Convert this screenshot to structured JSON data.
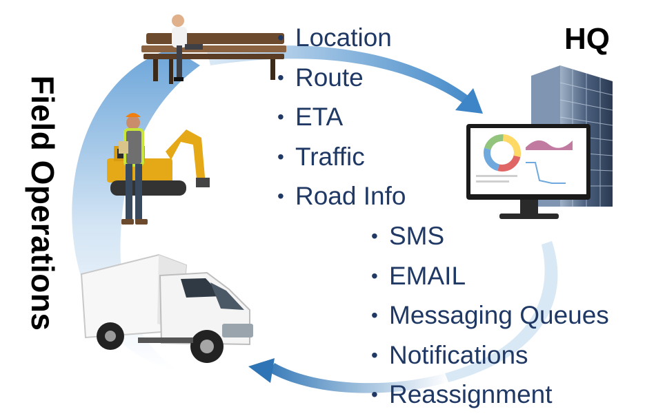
{
  "labels": {
    "field_operations": "Field Operations",
    "hq": "HQ"
  },
  "upstream_items": [
    "Location",
    "Route",
    "ETA",
    "Traffic",
    "Road Info"
  ],
  "downstream_items": [
    "SMS",
    "EMAIL",
    "Messaging Queues",
    "Notifications",
    "Reassignment"
  ],
  "colors": {
    "text_dark_blue": "#1f3864",
    "arrow_blue": "#6fa8dc",
    "arrow_light": "#dbe9f6"
  },
  "icons": [
    "businessman-on-bench-icon",
    "construction-worker-excavator-icon",
    "delivery-truck-icon",
    "office-building-icon",
    "monitor-dashboard-icon"
  ]
}
